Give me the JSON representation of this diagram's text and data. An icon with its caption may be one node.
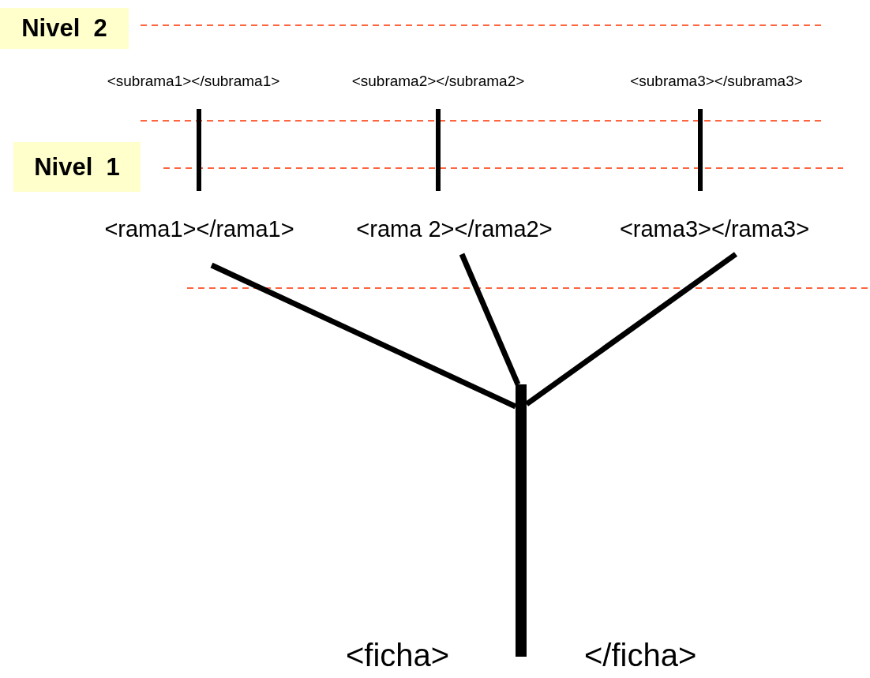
{
  "diagram": {
    "nodes": [
      {
        "text": [
          "Nivel  2"
        ]
      },
      {
        "text": [
          "Nivel  1"
        ]
      },
      {
        "text": [
          "<subrama1></subrama1>"
        ]
      },
      {
        "text": [
          "<subrama2></subrama2>"
        ]
      },
      {
        "text": [
          "<subrama3></subrama3>"
        ]
      },
      {
        "text": [
          "<rama1></rama1>"
        ]
      },
      {
        "text": [
          "<rama 2></rama2>"
        ]
      },
      {
        "text": [
          "<rama3></rama3>"
        ]
      },
      {
        "text": [],
        "shape": "bar"
      }
    ],
    "edges": [
      {
        "from": 8,
        "to": 5,
        "arrow": "none"
      },
      {
        "from": 8,
        "to": 6,
        "arrow": "none"
      },
      {
        "from": 8,
        "to": 7,
        "arrow": "none"
      },
      {
        "from": 5,
        "to": 2,
        "arrow": "none"
      },
      {
        "from": 6,
        "to": 3,
        "arrow": "none"
      },
      {
        "from": 7,
        "to": 4,
        "arrow": "none"
      }
    ],
    "labels": [
      "<ficha>",
      "</ficha>"
    ]
  }
}
